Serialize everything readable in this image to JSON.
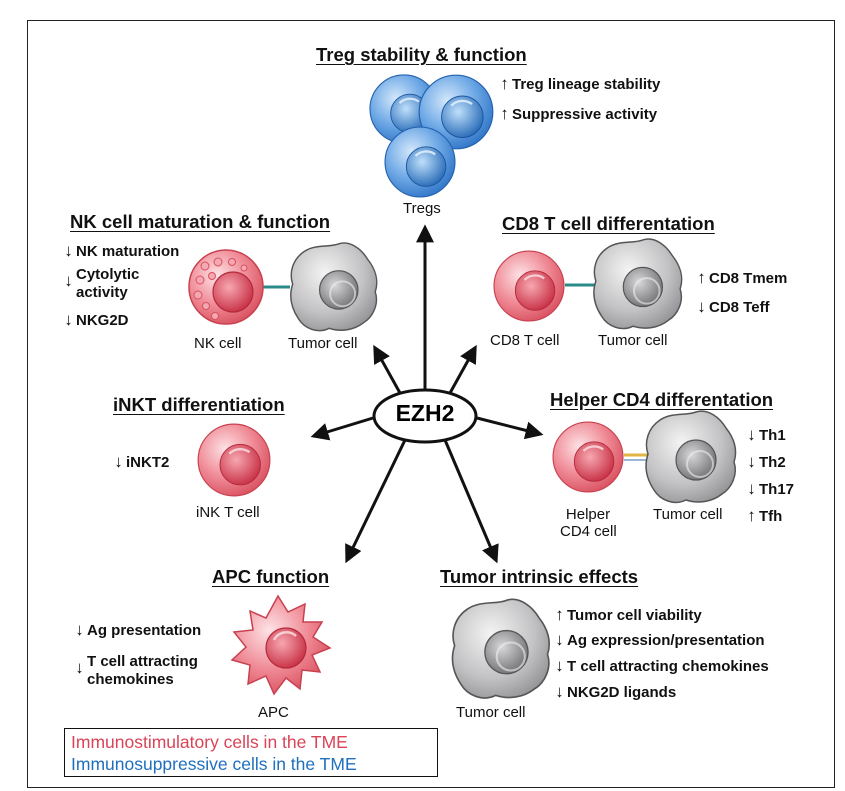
{
  "center_label": "EZH2",
  "colors": {
    "immunostimulatory": "#d94457",
    "immunosuppressive": "#1f6fbf",
    "tumor_cell": "#a9a9ab",
    "arrow": "#111111"
  },
  "treg": {
    "title": "Treg stability & function",
    "effects": [
      {
        "dir": "up",
        "text": "Treg lineage stability"
      },
      {
        "dir": "up",
        "text": "Suppressive activity"
      }
    ],
    "cell_label": "Tregs"
  },
  "nk": {
    "title": "NK cell maturation & function",
    "effects": [
      {
        "dir": "down",
        "text": "NK maturation"
      },
      {
        "dir": "down",
        "text": "Cytolytic activity"
      },
      {
        "dir": "down",
        "text": "NKG2D"
      }
    ],
    "cell_label": "NK cell",
    "tumor_label": "Tumor cell"
  },
  "cd8": {
    "title": "CD8 T cell differentation",
    "effects": [
      {
        "dir": "up",
        "text": "CD8 Tmem"
      },
      {
        "dir": "down",
        "text": "CD8 Teff"
      }
    ],
    "cell_label": "CD8 T cell",
    "tumor_label": "Tumor cell"
  },
  "inkt": {
    "title": "iNKT differentiation",
    "effects": [
      {
        "dir": "down",
        "text": "iNKT2"
      }
    ],
    "cell_label": "iNK T cell"
  },
  "helper": {
    "title": "Helper CD4 differentation",
    "effects": [
      {
        "dir": "down",
        "text": "Th1"
      },
      {
        "dir": "down",
        "text": "Th2"
      },
      {
        "dir": "down",
        "text": "Th17"
      },
      {
        "dir": "up",
        "text": "Tfh"
      }
    ],
    "cell_label_line1": "Helper",
    "cell_label_line2": "CD4 cell",
    "tumor_label": "Tumor cell"
  },
  "apc": {
    "title": "APC function",
    "effects": [
      {
        "dir": "down",
        "text": "Ag presentation"
      },
      {
        "dir": "down",
        "text": "T cell attracting chemokines"
      }
    ],
    "cell_label": "APC"
  },
  "tumor": {
    "title": "Tumor intrinsic effects",
    "effects": [
      {
        "dir": "up",
        "text": "Tumor cell viability"
      },
      {
        "dir": "down",
        "text": "Ag expression/presentation"
      },
      {
        "dir": "down",
        "text": "T cell attracting chemokines"
      },
      {
        "dir": "down",
        "text": "NKG2D ligands"
      }
    ],
    "cell_label": "Tumor cell"
  },
  "legend": {
    "immunostimulatory": "Immunostimulatory cells in the TME",
    "immunosuppressive": "Immunosuppressive cells in the TME"
  }
}
